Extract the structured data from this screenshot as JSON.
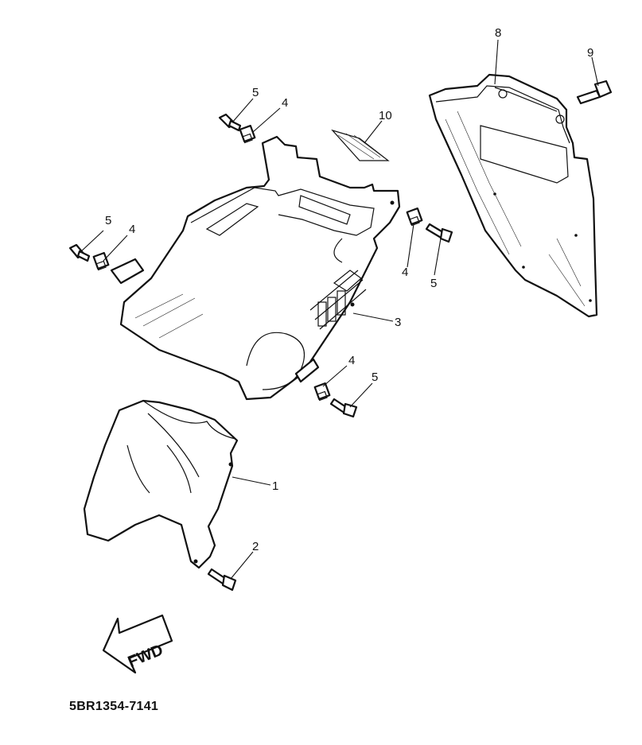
{
  "diagram": {
    "drawing_code": "5BR1354-7141",
    "fwd_label": "FWD",
    "callouts": [
      {
        "id": "c1",
        "label": "1",
        "part": "windshield"
      },
      {
        "id": "c2",
        "label": "2",
        "part": "windshield-screw"
      },
      {
        "id": "c3",
        "label": "3",
        "part": "inner-panel"
      },
      {
        "id": "c4a",
        "label": "4",
        "part": "nut-clip"
      },
      {
        "id": "c4b",
        "label": "4",
        "part": "nut-clip"
      },
      {
        "id": "c4c",
        "label": "4",
        "part": "nut-clip"
      },
      {
        "id": "c4d",
        "label": "4",
        "part": "nut-clip"
      },
      {
        "id": "c5a",
        "label": "5",
        "part": "screw"
      },
      {
        "id": "c5b",
        "label": "5",
        "part": "screw"
      },
      {
        "id": "c5c",
        "label": "5",
        "part": "screw"
      },
      {
        "id": "c5d",
        "label": "5",
        "part": "screw"
      },
      {
        "id": "c8",
        "label": "8",
        "part": "side-panel"
      },
      {
        "id": "c9",
        "label": "9",
        "part": "side-panel-bolt"
      },
      {
        "id": "c10",
        "label": "10",
        "part": "label-decal"
      }
    ]
  }
}
